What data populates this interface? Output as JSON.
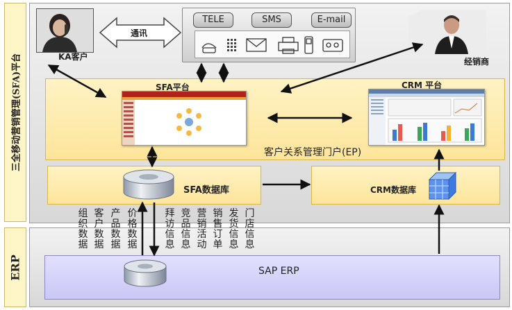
{
  "sidebar": {
    "top_label": "三全移动营销管理(SFA)平台",
    "bottom_label": "ERP"
  },
  "top": {
    "ka_customer": "KA客户",
    "comm_label": "通讯",
    "channels": [
      "TELE",
      "SMS",
      "E-mail"
    ],
    "dealer": "经销商"
  },
  "sfa_platform": {
    "label": "SFA平台"
  },
  "crm_platform": {
    "label": "CRM 平台"
  },
  "portal_label": "客户关系管理门户(EP)",
  "sfa_db": {
    "label": "SFA数据库"
  },
  "crm_db": {
    "label": "CRM数据库"
  },
  "down_flows": [
    "组织数据",
    "客户数据",
    "产品数据",
    "价格数据"
  ],
  "up_flows": [
    "拜访信息",
    "竞品信息",
    "营销活动",
    "销售订单",
    "发货信息",
    "门店信息"
  ],
  "sap_erp": {
    "label": "SAP ERP"
  },
  "colors": {
    "arrow": "#111111",
    "panel_yellow": "#fde49a",
    "erp_band": "#c9c7f5"
  }
}
